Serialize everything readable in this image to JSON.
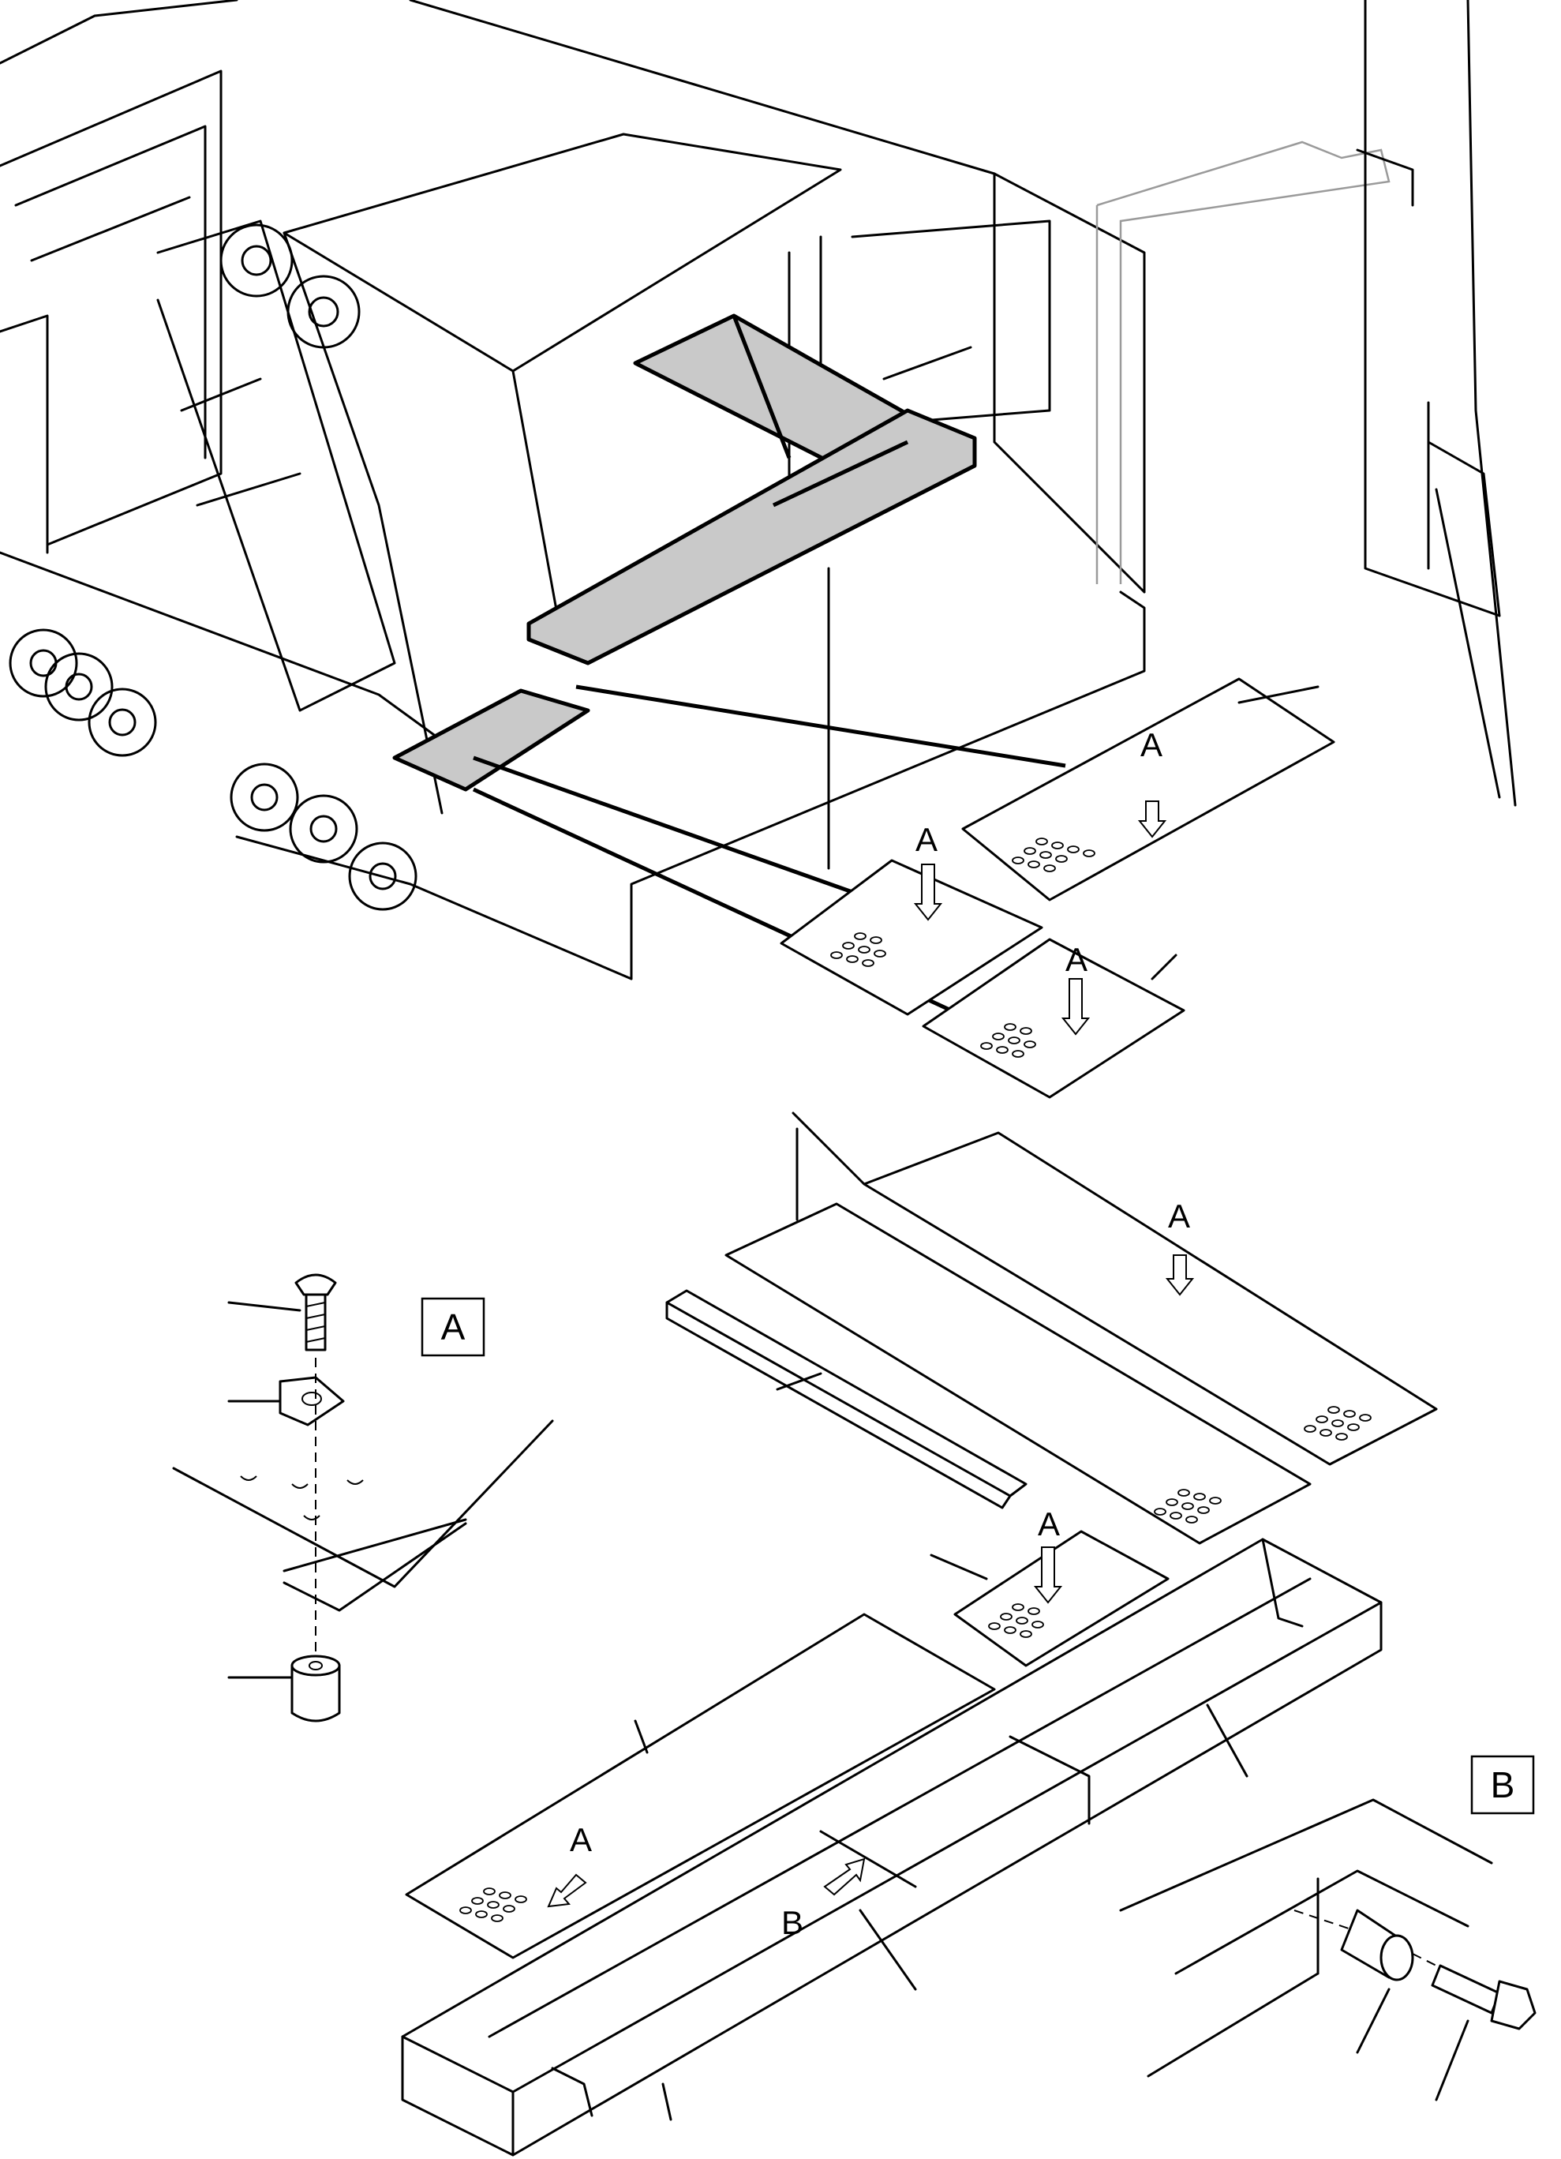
{
  "labels": {
    "callout": "A",
    "callout_b": "B"
  },
  "detail_boxes": {
    "a": "A",
    "b": "B"
  }
}
